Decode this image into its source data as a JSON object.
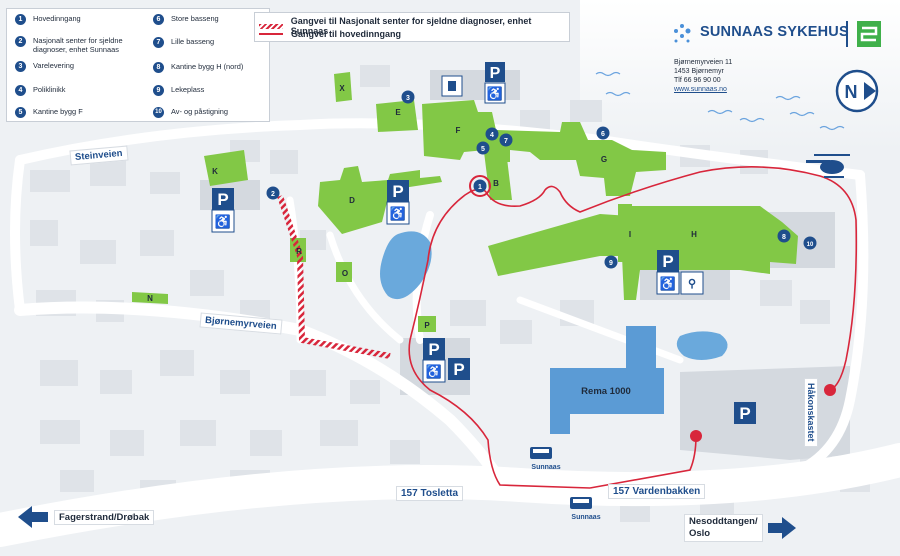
{
  "legend": {
    "items": [
      {
        "num": "1",
        "label": "Hovedinngang"
      },
      {
        "num": "2",
        "label": "Nasjonalt senter for sjeldne diagnoser, enhet Sunnaas"
      },
      {
        "num": "3",
        "label": "Varelevering"
      },
      {
        "num": "4",
        "label": "Poliklinikk"
      },
      {
        "num": "5",
        "label": "Kantine bygg F"
      },
      {
        "num": "6",
        "label": "Store basseng"
      },
      {
        "num": "7",
        "label": "Lille basseng"
      },
      {
        "num": "8",
        "label": "Kantine bygg H (nord)"
      },
      {
        "num": "9",
        "label": "Lekeplass"
      },
      {
        "num": "10",
        "label": "Av- og påstigning"
      }
    ]
  },
  "paths": {
    "hatched_label": "Gangvei til Nasjonalt senter for sjeldne diagnoser, enhet Sunnaas",
    "solid_label": "Gangvei til hovedinngang"
  },
  "logo": {
    "name": "SUNNAAS SYKEHUS"
  },
  "address": {
    "street": "Bjørnemyrveien 11",
    "postal": "1453 Bjørnemyr",
    "phone": "Tlf 66 96 90 00",
    "web": "www.sunnaas.no"
  },
  "compass": {
    "label": "N"
  },
  "roads": {
    "steinveien": "Steinveien",
    "bjornemyrveien": "Bjørnemyrveien",
    "hakonskastet": "Håkonskastet",
    "tosletta": "157 Tosletta",
    "vardenbakken": "157 Vardenbakken"
  },
  "directions": {
    "west": "Fagerstrand/Drøbak",
    "east_line1": "Nesoddtangen/",
    "east_line2": "Oslo"
  },
  "bus_stops": {
    "label": "Sunnaas"
  },
  "buildings": {
    "X": "X",
    "E": "E",
    "F": "F",
    "G": "G",
    "K": "K",
    "D": "D",
    "B": "B",
    "I": "I",
    "H": "H",
    "R": "R",
    "O": "O",
    "N": "N",
    "P": "P",
    "rema": "Rema 1000"
  },
  "parking": {
    "label": "P"
  },
  "colors": {
    "building_green": "#82c846",
    "rema_blue": "#5b9bd5",
    "water_blue": "#6aa9dc",
    "route_red": "#d8263b",
    "marker_blue": "#1f4e8c"
  }
}
